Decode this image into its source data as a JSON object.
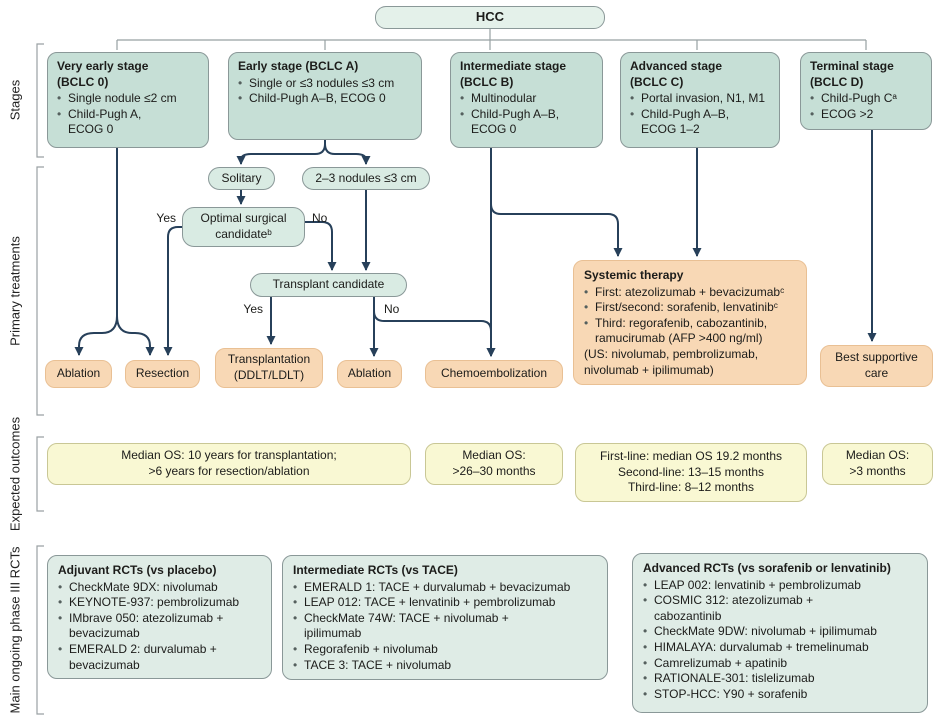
{
  "hcc": "HCC",
  "side_labels": {
    "stages": "Stages",
    "primary": "Primary treatments",
    "outcomes": "Expected outcomes",
    "rcts": "Main ongoing phase III RCTs"
  },
  "stages": [
    {
      "title": "Very early stage\n(BCLC 0)",
      "bullets": [
        "Single nodule ≤2 cm",
        "Child-Pugh A,\nECOG 0"
      ]
    },
    {
      "title": "Early stage (BCLC A)",
      "bullets": [
        "Single or ≤3 nodules ≤3 cm",
        "Child-Pugh A–B, ECOG 0"
      ]
    },
    {
      "title": "Intermediate stage\n(BCLC B)",
      "bullets": [
        "Multinodular",
        "Child-Pugh A–B,\nECOG 0"
      ]
    },
    {
      "title": "Advanced stage\n(BCLC C)",
      "bullets": [
        "Portal invasion, N1, M1",
        "Child-Pugh A–B,\nECOG 1–2"
      ]
    },
    {
      "title": "Terminal stage\n(BCLC D)",
      "bullets": [
        "Child-Pugh Cᵃ",
        "ECOG >2"
      ]
    }
  ],
  "flow": {
    "yes": "Yes",
    "no": "No",
    "solitary": "Solitary",
    "nodules": "2–3 nodules ≤3 cm",
    "surgical": "Optimal surgical\ncandidateᵇ",
    "transplant": "Transplant candidate"
  },
  "treatments": {
    "ablation1": "Ablation",
    "resection": "Resection",
    "transplantation": "Transplantation\n(DDLT/LDLT)",
    "ablation2": "Ablation",
    "chemoembolization": "Chemoembolization",
    "best_supportive": "Best supportive\ncare",
    "systemic": {
      "title": "Systemic therapy",
      "bullets": [
        "First: atezolizumab + bevacizumabᶜ",
        "First/second: sorafenib, lenvatinibᶜ",
        "Third: regorafenib, cabozantinib,\nramucirumab (AFP >400 ng/ml)"
      ],
      "note": "(US: nivolumab, pembrolizumab,\nnivolumab + ipilimumab)"
    }
  },
  "outcomes": [
    "Median OS: 10 years for transplantation;\n>6 years for resection/ablation",
    "Median OS:\n>26–30 months",
    "First-line: median OS 19.2 months\nSecond-line: 13–15 months\nThird-line: 8–12 months",
    "Median OS:\n>3 months"
  ],
  "rcts": [
    {
      "title": "Adjuvant RCTs (vs placebo)",
      "bullets": [
        "CheckMate 9DX: nivolumab",
        "KEYNOTE-937: pembrolizumab",
        "IMbrave 050: atezolizumab +\nbevacizumab",
        "EMERALD 2: durvalumab +\nbevacizumab"
      ]
    },
    {
      "title": "Intermediate RCTs (vs TACE)",
      "bullets": [
        "EMERALD 1: TACE + durvalumab + bevacizumab",
        "LEAP 012: TACE + lenvatinib + pembrolizumab",
        "CheckMate 74W: TACE + nivolumab +\nipilimumab",
        "Regorafenib + nivolumab",
        "TACE 3: TACE + nivolumab"
      ]
    },
    {
      "title": "Advanced RCTs (vs sorafenib or lenvatinib)",
      "bullets": [
        "LEAP 002: lenvatinib + pembrolizumab",
        "COSMIC 312: atezolizumab +\ncabozantinib",
        "CheckMate 9DW: nivolumab + ipilimumab",
        "HIMALAYA: durvalumab + tremelinumab",
        "Camrelizumab + apatinib",
        "RATIONALE-301: tislelizumab",
        "STOP-HCC: Y90 + sorafenib"
      ]
    }
  ],
  "colors": {
    "stage_fill": "#c6dfd6",
    "hcc_fill": "#e4f1ea",
    "decision_fill": "#d9ebe3",
    "treatment_fill": "#f8d8b5",
    "outcome_fill": "#f9f8d3",
    "rct_fill": "#dfece6",
    "arrow": "#27405a",
    "connector": "#97a0a2"
  }
}
